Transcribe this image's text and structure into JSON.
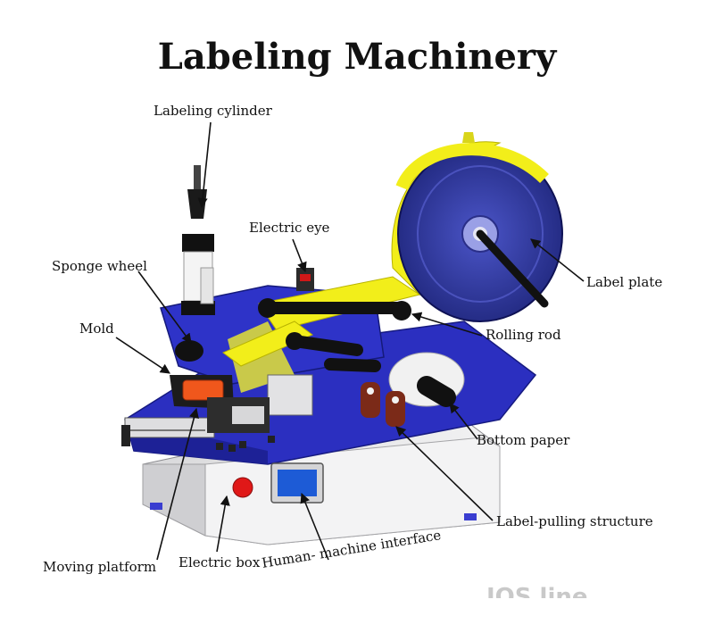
{
  "title": "Labeling Machinery",
  "labels": {
    "labeling_cylinder": "Labeling cylinder",
    "electric_eye": "Electric eye",
    "sponge_wheel": "Sponge wheel",
    "mold": "Mold",
    "label_plate": "Label plate",
    "rolling_rod": "Rolling rod",
    "bottom_paper": "Bottom paper",
    "label_pulling_structure": "Label-pulling structure",
    "moving_platform": "Moving platform",
    "electric_box": "Electric box",
    "human_machine_interface": "Human- machine interface"
  },
  "watermark": "IOS line",
  "colors": {
    "base_blue": "#2b2fc0",
    "tape_yellow": "#f2ee1a",
    "plate_navy": "#27308f",
    "red_button": "#e01818",
    "body_gray": "#e9e9ea",
    "mold_orange": "#f0571c"
  }
}
